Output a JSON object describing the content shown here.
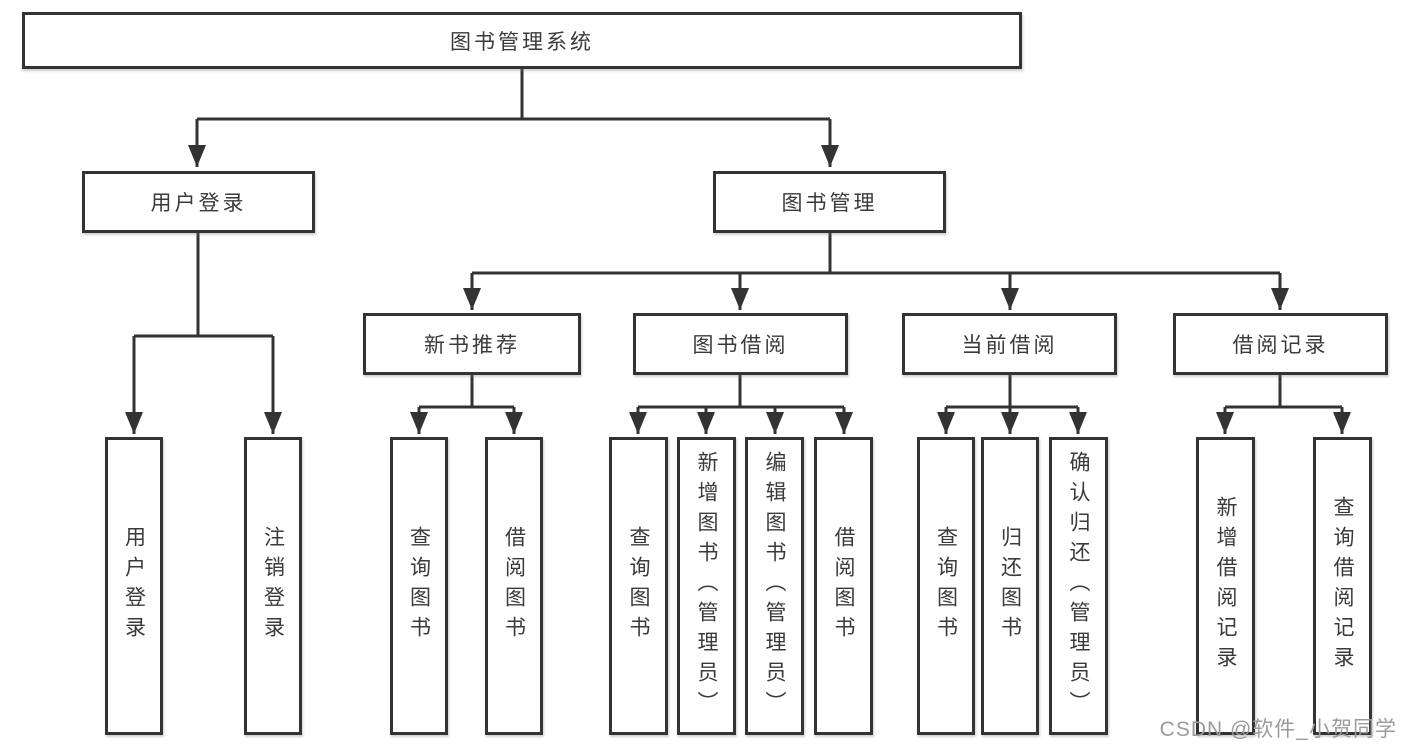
{
  "diagram": {
    "type": "tree",
    "title": "图书管理系统",
    "tree": {
      "label": "图书管理系统",
      "children": [
        {
          "label": "用户登录",
          "children": [
            {
              "label": "用户登录"
            },
            {
              "label": "注销登录"
            }
          ]
        },
        {
          "label": "图书管理",
          "children": [
            {
              "label": "新书推荐",
              "children": [
                {
                  "label": "查询图书"
                },
                {
                  "label": "借阅图书"
                }
              ]
            },
            {
              "label": "图书借阅",
              "children": [
                {
                  "label": "查询图书"
                },
                {
                  "label": "新增图书（管理员）"
                },
                {
                  "label": "编辑图书（管理员）"
                },
                {
                  "label": "借阅图书"
                }
              ]
            },
            {
              "label": "当前借阅",
              "children": [
                {
                  "label": "查询图书"
                },
                {
                  "label": "归还图书"
                },
                {
                  "label": "确认归还（管理员）"
                }
              ]
            },
            {
              "label": "借阅记录",
              "children": [
                {
                  "label": "新增借阅记录"
                },
                {
                  "label": "查询借阅记录"
                }
              ]
            }
          ]
        }
      ]
    },
    "colors": {
      "line": "#333333",
      "box_border": "#333333",
      "text": "#3a3a3a",
      "background": "#ffffff",
      "watermark": "#9b9b9b"
    }
  },
  "watermark": {
    "text": "CSDN @软件_小贺同学"
  }
}
